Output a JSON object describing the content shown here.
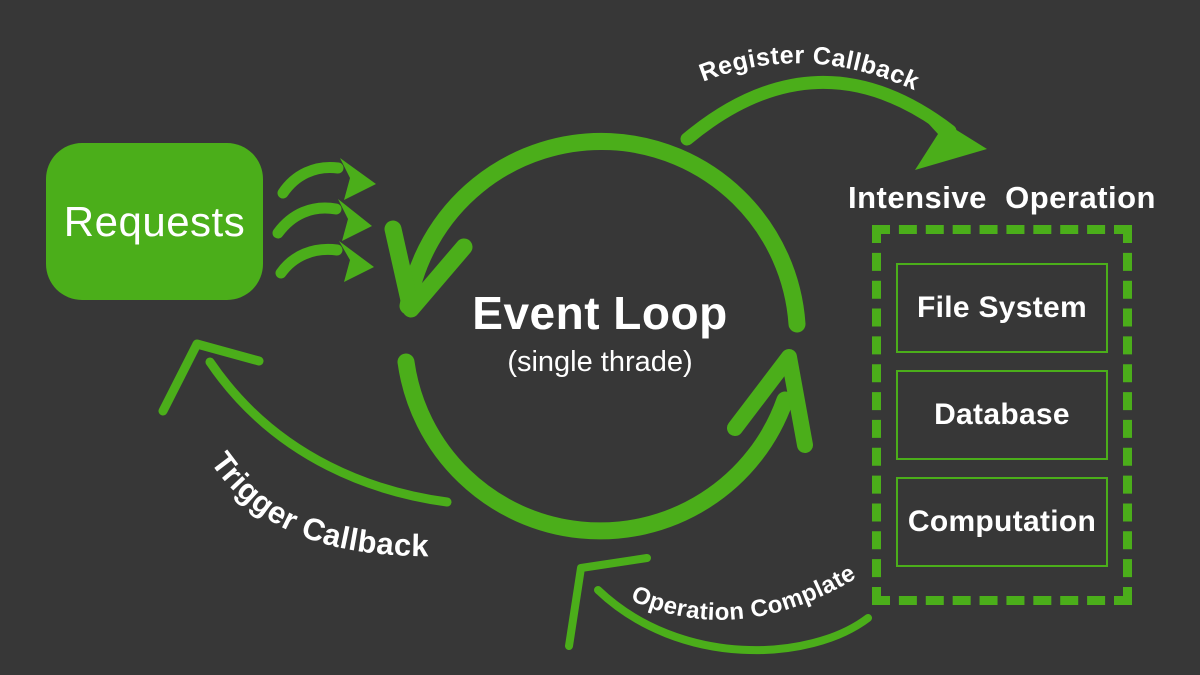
{
  "colors": {
    "background": "#373737",
    "accent": "#4bae1a",
    "text": "#ffffff"
  },
  "requests": {
    "label": "Requests"
  },
  "event_loop": {
    "title": "Event Loop",
    "subtitle": "(single thrade)"
  },
  "flow_labels": {
    "register": "Register Callback",
    "trigger": "Trigger Callback",
    "complete": "Operation Complate"
  },
  "intensive_operation": {
    "title": "Intensive  Operation",
    "items": [
      "File System",
      "Database",
      "Computation"
    ]
  }
}
